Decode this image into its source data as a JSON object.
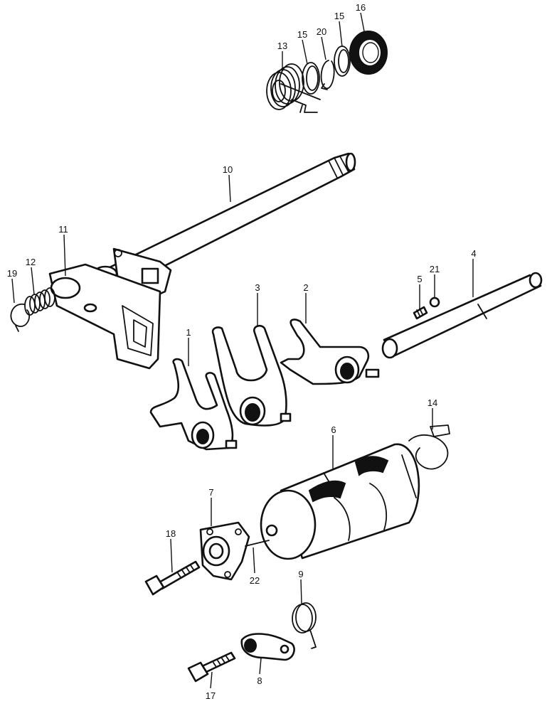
{
  "diagram": {
    "callouts": [
      {
        "id": "c1",
        "text": "1"
      },
      {
        "id": "c2",
        "text": "2"
      },
      {
        "id": "c3",
        "text": "3"
      },
      {
        "id": "c4",
        "text": "4"
      },
      {
        "id": "c5",
        "text": "5"
      },
      {
        "id": "c6",
        "text": "6"
      },
      {
        "id": "c7",
        "text": "7"
      },
      {
        "id": "c8",
        "text": "8"
      },
      {
        "id": "c9",
        "text": "9"
      },
      {
        "id": "c10",
        "text": "10"
      },
      {
        "id": "c11",
        "text": "11"
      },
      {
        "id": "c12",
        "text": "12"
      },
      {
        "id": "c13",
        "text": "13"
      },
      {
        "id": "c14",
        "text": "14"
      },
      {
        "id": "c15a",
        "text": "15"
      },
      {
        "id": "c15b",
        "text": "15"
      },
      {
        "id": "c16",
        "text": "16"
      },
      {
        "id": "c17",
        "text": "17"
      },
      {
        "id": "c18",
        "text": "18"
      },
      {
        "id": "c19",
        "text": "19"
      },
      {
        "id": "c20",
        "text": "20"
      },
      {
        "id": "c21",
        "text": "21"
      },
      {
        "id": "c22",
        "text": "22"
      }
    ]
  }
}
